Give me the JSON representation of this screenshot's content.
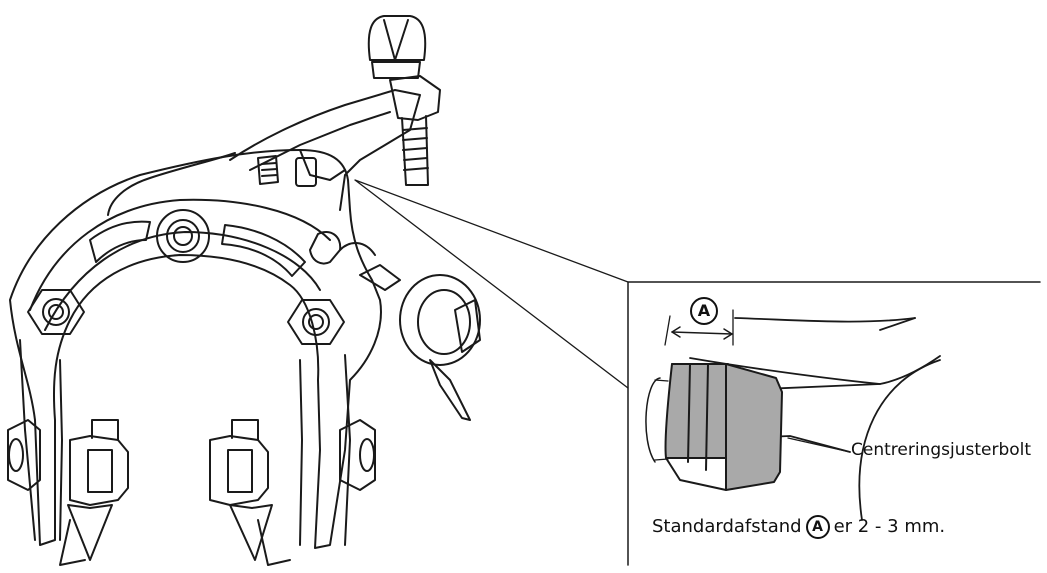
{
  "labels": {
    "centering_bolt": "Centreringsjusterbolt",
    "dimension_marker": "A",
    "caption_prefix": "Standardafstand",
    "caption_marker": "A",
    "caption_suffix": "er 2 - 3 mm."
  },
  "colors": {
    "line": "#1a1a1a",
    "bolt_fill": "#a9a9a9",
    "background": "#ffffff"
  }
}
